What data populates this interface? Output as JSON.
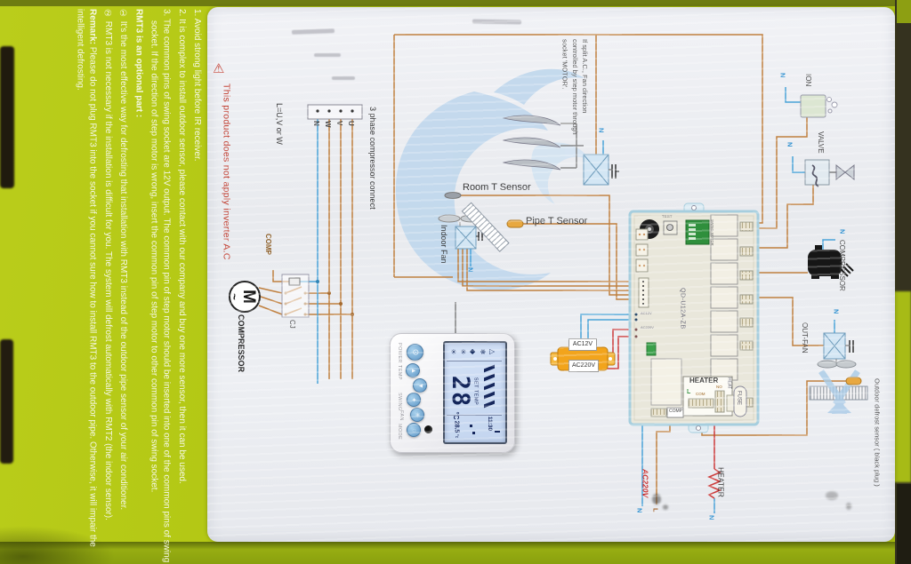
{
  "panel": {
    "note1": "1.  Avoid strong light before IR receiver.",
    "note2": "2.  It is complex to install outdoor sensor, please contact with our company and buy one more sensor, then it can be used.",
    "note3": "3.  The common pins of swing socket are 12V output. The common pin of step motor should be inserted into one of the common pins of swing socket. If the direction of step motor is wrong, insert the common pin of step motor to other common pin of swing socket.",
    "rmt3_header": "RMT3 is an optional part :",
    "rmt3_1": "① It's the most effective way for defrosting that installation with RMT3 instead of the outdoor pipe sensor of your air conditioner.",
    "rmt3_2": "② RMT3 is not necessary if the installation is difficult for you. The system will defrost automatically with RMT2 (the indoor sensor).",
    "remark_label": "Remark:",
    "remark_text": "  Please do not plug RMT3 into the socket if you cannot sure how to install RMT3 to the outdoor pipe. Otherwise, it will impair the intelligent defrosting."
  },
  "diagram": {
    "warning_icon": "⚠",
    "warning": "This product does not apply inverter A.C",
    "three_phase": "3 phase compressor connect",
    "l_note": "L=U,V or W",
    "terminals": [
      "N",
      "W",
      "V",
      "U"
    ],
    "comp": "COMP",
    "cj": "CJ",
    "m": "M",
    "tilde": "~",
    "compressor": "COMPRESSOR",
    "split_note": "If split A.C., Fan direction controlled by step motor through socket 'MOTOR'.",
    "n": "N",
    "l": "L",
    "room_sensor": "Room T Sensor",
    "pipe_sensor": "Pipe T Sensor",
    "indoor_fan": "Indoor Fan",
    "ion": "ION",
    "valve": "VALVE",
    "out_fan": "OUT-FAN",
    "outdoor_sensor": "Outdoor defrost sensor ( black plug )",
    "heater": "HEATER",
    "ac220v": "AC220V"
  },
  "board": {
    "model": "QD-U12A-ZB",
    "test": "TEST",
    "swing": "SWING MOTOR",
    "ac12v": "AC12V",
    "ac220v": "AC220V",
    "heater_title": "HEATER",
    "l": "L",
    "com": "COM",
    "no": "NO",
    "heat": "HEAT",
    "fuse": "FUSE",
    "comp": "COMP"
  },
  "transformer": {
    "top": "AC12V",
    "bottom": "AC220V"
  },
  "remote": {
    "buttons": [
      {
        "label": "POWER",
        "glyph": "⊙"
      },
      {
        "label": "TEMP",
        "glyph": "▲"
      },
      {
        "label": "",
        "glyph": "▼"
      },
      {
        "label": "SWING",
        "glyph": "✦"
      },
      {
        "label": "FAN",
        "glyph": "✳"
      },
      {
        "label": "MODE",
        "glyph": "◌"
      }
    ],
    "lcd": {
      "set_label": "SET TEMP",
      "set_temp": "28",
      "unit": "°C",
      "room_temp": "28.5",
      "room_unit": "°c",
      "time": "11:30",
      "icons": [
        {
          "name": "sun-icon",
          "glyph": "☀"
        },
        {
          "name": "fan-icon",
          "glyph": "✳"
        },
        {
          "name": "drop-icon",
          "glyph": "◆"
        },
        {
          "name": "snow-icon",
          "glyph": "❄"
        },
        {
          "name": "auto-icon",
          "glyph": "△"
        }
      ]
    }
  },
  "colors": {
    "box_green": "#b5c918",
    "wire_tan": "#c0803f",
    "wire_blue": "#4aa3d8",
    "wire_red": "#cc3a3a",
    "warning_red": "#c23b2e",
    "lcd_blue": "#ccdcf2"
  }
}
